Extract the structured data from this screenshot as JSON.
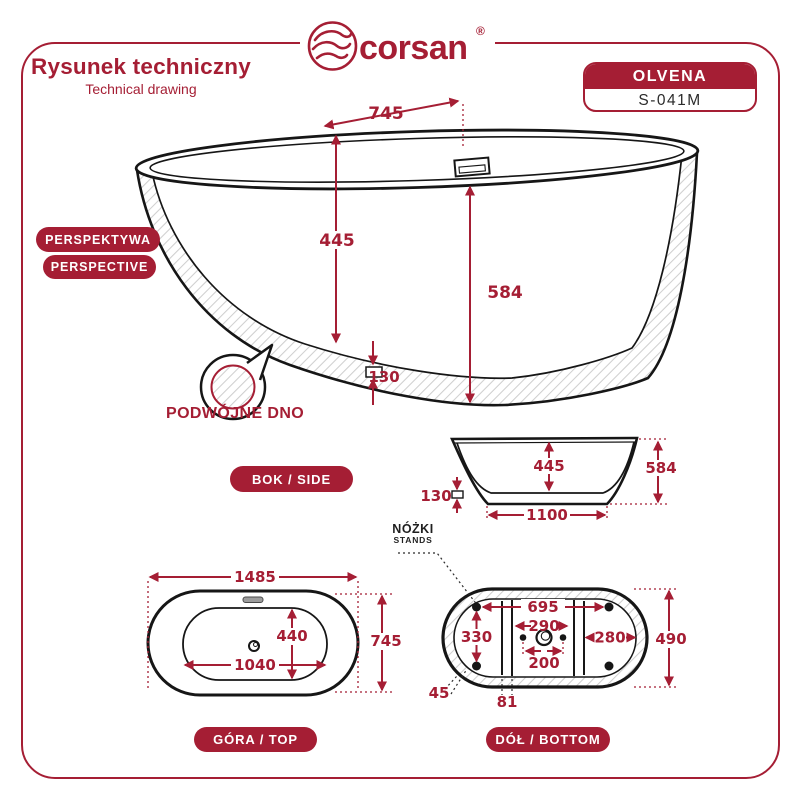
{
  "brand": {
    "name": "corsan",
    "registered": "®"
  },
  "header": {
    "title_pl": "Rysunek techniczny",
    "title_en": "Technical drawing"
  },
  "model": {
    "name": "OLVENA",
    "code": "S-041M"
  },
  "labels": {
    "perspective_pl": "PERSPEKTYWA",
    "perspective_en": "PERSPECTIVE",
    "double_bottom": "PODWÓJNE DNO",
    "side": "BOK / SIDE",
    "top": "GÓRA / TOP",
    "bottom": "DÓŁ / BOTTOM",
    "stands_pl": "NÓŻKI",
    "stands_en": "STANDS"
  },
  "colors": {
    "brand_red": "#A51E34",
    "line_black": "#1A1A1A",
    "hatch_gray": "#CFCFCF"
  },
  "dims": {
    "perspective": {
      "top_width": "745",
      "inner_depth": "445",
      "total_height": "584",
      "bottom_thickness": "130"
    },
    "side": {
      "inner_depth": "445",
      "total_height": "584",
      "bottom_thickness": "130",
      "base_length": "1100"
    },
    "top": {
      "outer_length": "1485",
      "outer_width": "745",
      "inner_width": "440",
      "inner_length": "1040"
    },
    "bottom": {
      "stands_length_spacing": "695",
      "drain_holes_spacing": "290",
      "drain_span": "200",
      "stands_width_spacing": "330",
      "side_offset": "280",
      "outer_width": "490",
      "rim_thickness": "45",
      "rib_spacing": "81"
    }
  }
}
